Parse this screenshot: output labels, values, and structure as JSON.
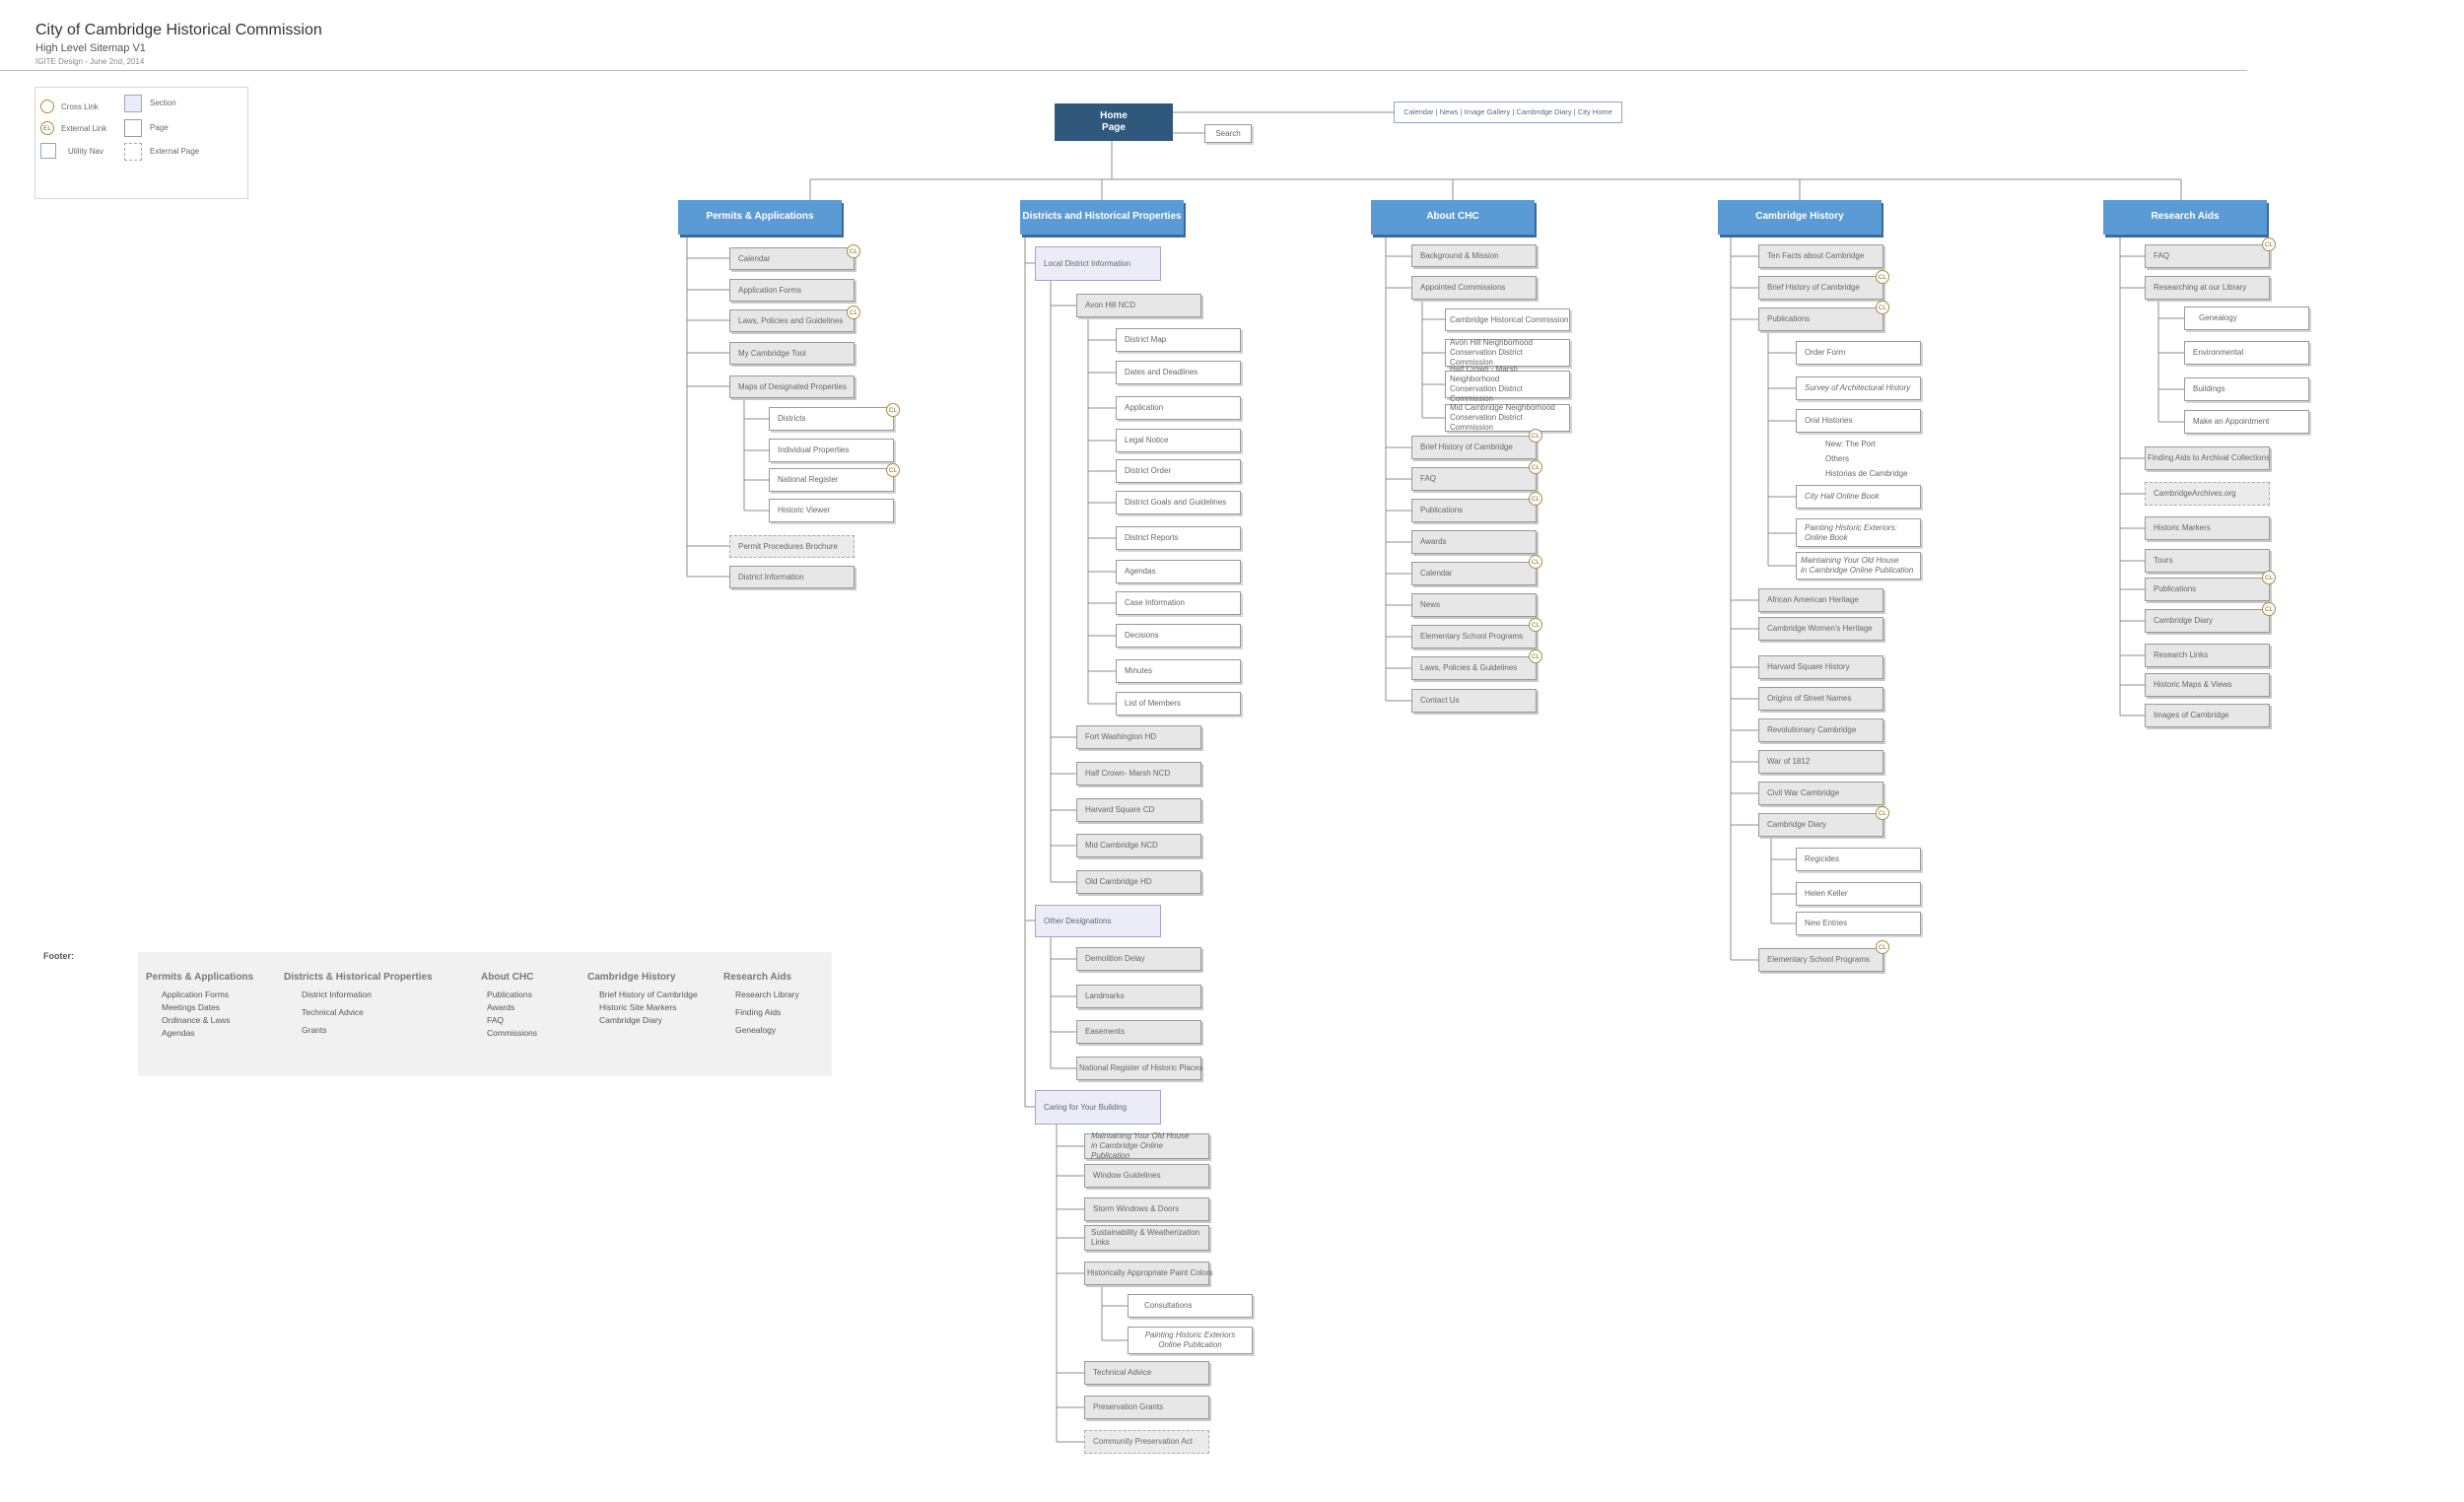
{
  "header": {
    "title": "City of Cambridge Historical Commission",
    "subtitle": "High Level Sitemap V1",
    "credit": "IGITE Design - June 2nd, 2014"
  },
  "legend": [
    {
      "label": "Cross Link",
      "icon": "cross-link-icon"
    },
    {
      "label": "External Link",
      "icon": "external-link-icon"
    },
    {
      "label": "Utility Nav",
      "icon": "utility-nav-icon"
    },
    {
      "label": "Section",
      "icon": "section-icon"
    },
    {
      "label": "Page",
      "icon": "page-icon"
    },
    {
      "label": "External Page",
      "icon": "external-page-icon"
    }
  ],
  "cl_marker": "CL",
  "el_marker": "EL",
  "home": {
    "label": "Home\nPage",
    "search": "Search",
    "utility": "Calendar  |  News  |  Image Gallery  |  Cambridge Diary  |  City Home"
  },
  "sections": {
    "permits": {
      "title": "Permits & Applications",
      "items": [
        "Calendar",
        "Application Forms",
        "Laws, Policies and Guidelines",
        "My Cambridge Tool",
        "Maps of Designated Properties",
        "Permit Procedures Brochure",
        "District Information"
      ],
      "maps": [
        "Districts",
        "Individual Properties",
        "National Register",
        "Historic Viewer"
      ]
    },
    "districts": {
      "title": "Districts and Historical Properties",
      "local": "Local District Information",
      "avon": "Avon Hill NCD",
      "avon_items": [
        "District Map",
        "Dates and Deadlines",
        "Application",
        "Legal Notice",
        "District Order",
        "District Goals and Guidelines",
        "District Reports",
        "Agendas",
        "Case Information",
        "Decisions",
        "Minutes",
        "List of Members"
      ],
      "others": [
        "Fort Washington HD",
        "Half Crown- Marsh NCD",
        "Harvard Square CD",
        "Mid Cambridge NCD",
        "Old Cambridge HD"
      ],
      "other_designations": "Other Designations",
      "od_items": [
        "Demolition Delay",
        "Landmarks",
        "Easements",
        "National Register of Historic Places"
      ],
      "caring": "Caring for Your Building",
      "caring_items": [
        "Maintaining Your Old House\nin Cambridge Online Publication",
        "Window Guidelines",
        "Storm Windows & Doors",
        "Sustainability & Weatherization\nLinks",
        "Historically Appropriate Paint Colors",
        "Technical Advice",
        "Preservation Grants",
        "Community Preservation Act"
      ],
      "paint_items": [
        "Consultations",
        "Painting Historic Exteriors\nOnline Publication"
      ]
    },
    "about": {
      "title": "About CHC",
      "items": [
        "Background & Mission",
        "Appointed Commissions",
        "Brief History of Cambridge",
        "FAQ",
        "Publications",
        "Awards",
        "Calendar",
        "News",
        "Elementary School Programs",
        "Laws, Policies & Guidelines",
        "Contact Us"
      ],
      "commissions": [
        "Cambridge Historical Commission",
        "Avon Hill Neighborhood\nConservation District Commission",
        "Half Crown - Marsh Neighborhood\nConservation District Commission",
        "Mid Cambridge Neighborhood\nConservation District Commission"
      ]
    },
    "history": {
      "title": "Cambridge History",
      "items": [
        "Ten Facts about Cambridge",
        "Brief History of Cambridge",
        "Publications",
        "African American Heritage",
        "Cambridge Women's Heritage",
        "Harvard Square History",
        "Origins of Street Names",
        "Revolutionary Cambridge",
        "War of 1812",
        "Civil War Cambridge",
        "Cambridge Diary",
        "Elementary School Programs"
      ],
      "pubs": [
        "Order Form",
        "Survey of Architectural History",
        "Oral Histories",
        "City Hall Online Book",
        "Painting Historic Exteriors:\nOnline Book",
        "Maintaining Your Old House\nin Cambridge Online Publication"
      ],
      "oral": [
        "New: The Port",
        "Others",
        "Historias de Cambridge"
      ],
      "diary": [
        "Regicides",
        "Helen Keller",
        "New Entries"
      ]
    },
    "research": {
      "title": "Research Aids",
      "items": [
        "FAQ",
        "Researching at our Library",
        "Finding Aids to Archival Collections",
        "CambridgeArchives.org",
        "Historic Markers",
        "Tours",
        "Publications",
        "Cambridge Diary",
        "Research Links",
        "Historic Maps & Views",
        "Images of Cambridge"
      ],
      "library": [
        "Genealogy",
        "Environmental",
        "Buildings",
        "Make an Appointment"
      ]
    }
  },
  "footer": {
    "label": "Footer:",
    "columns": [
      {
        "title": "Permits & Applications",
        "items": [
          "Application Forms",
          "Meetings Dates",
          "Ordinance & Laws",
          "Agendas"
        ]
      },
      {
        "title": "Districts & Historical Properties",
        "items": [
          "District Information",
          "Technical Advice",
          "Grants"
        ]
      },
      {
        "title": "About CHC",
        "items": [
          "Publications",
          "Awards",
          "FAQ",
          "Commissions"
        ]
      },
      {
        "title": "Cambridge History",
        "items": [
          "Brief History of Cambridge",
          "Historic Site Markers",
          "Cambridge Diary"
        ]
      },
      {
        "title": "Research Aids",
        "items": [
          "Research Library",
          "Finding Aids",
          "Genealogy"
        ]
      }
    ]
  }
}
